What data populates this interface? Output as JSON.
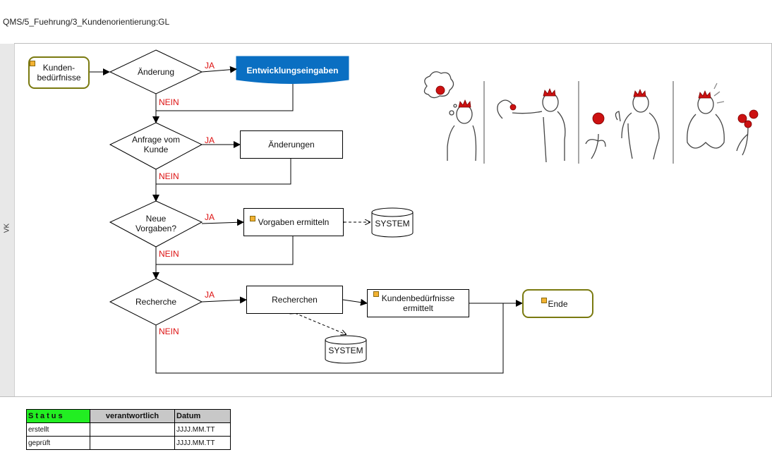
{
  "breadcrumb": "QMS/5_Fuehrung/3_Kundenorientierung:GL",
  "lane": {
    "label": "VK"
  },
  "nodes": {
    "start": "Kunden-\nbedürfnisse",
    "d1": "Änderung",
    "d2": "Anfrage vom\nKunde",
    "d3": "Neue\nVorgaben?",
    "d4": "Recherche",
    "entwicklungseingaben": "Entwicklungseingaben",
    "aenderungen": "Änderungen",
    "vorgaben": "Vorgaben ermitteln",
    "recherchen": "Recherchen",
    "kb_ermittelt": "Kundenbedürfnisse\nermittelt",
    "ende": "Ende",
    "system1": "SYSTEM",
    "system2": "SYSTEM"
  },
  "branch_labels": {
    "yes": "JA",
    "no": "NEIN"
  },
  "status_table": {
    "headers": [
      "Status",
      "verantwortlich",
      "Datum"
    ],
    "rows": [
      {
        "status": "erstellt",
        "responsible": "",
        "date": "JJJJ.MM.TT"
      },
      {
        "status": "geprüft",
        "responsible": "",
        "date": "JJJJ.MM.TT"
      }
    ]
  },
  "colors": {
    "yes_no": "#dd1111",
    "blue_box": "#0a6fc2",
    "terminal_border": "#7a7a10",
    "status_header": "#22ee22",
    "crown": "#cc1111"
  }
}
